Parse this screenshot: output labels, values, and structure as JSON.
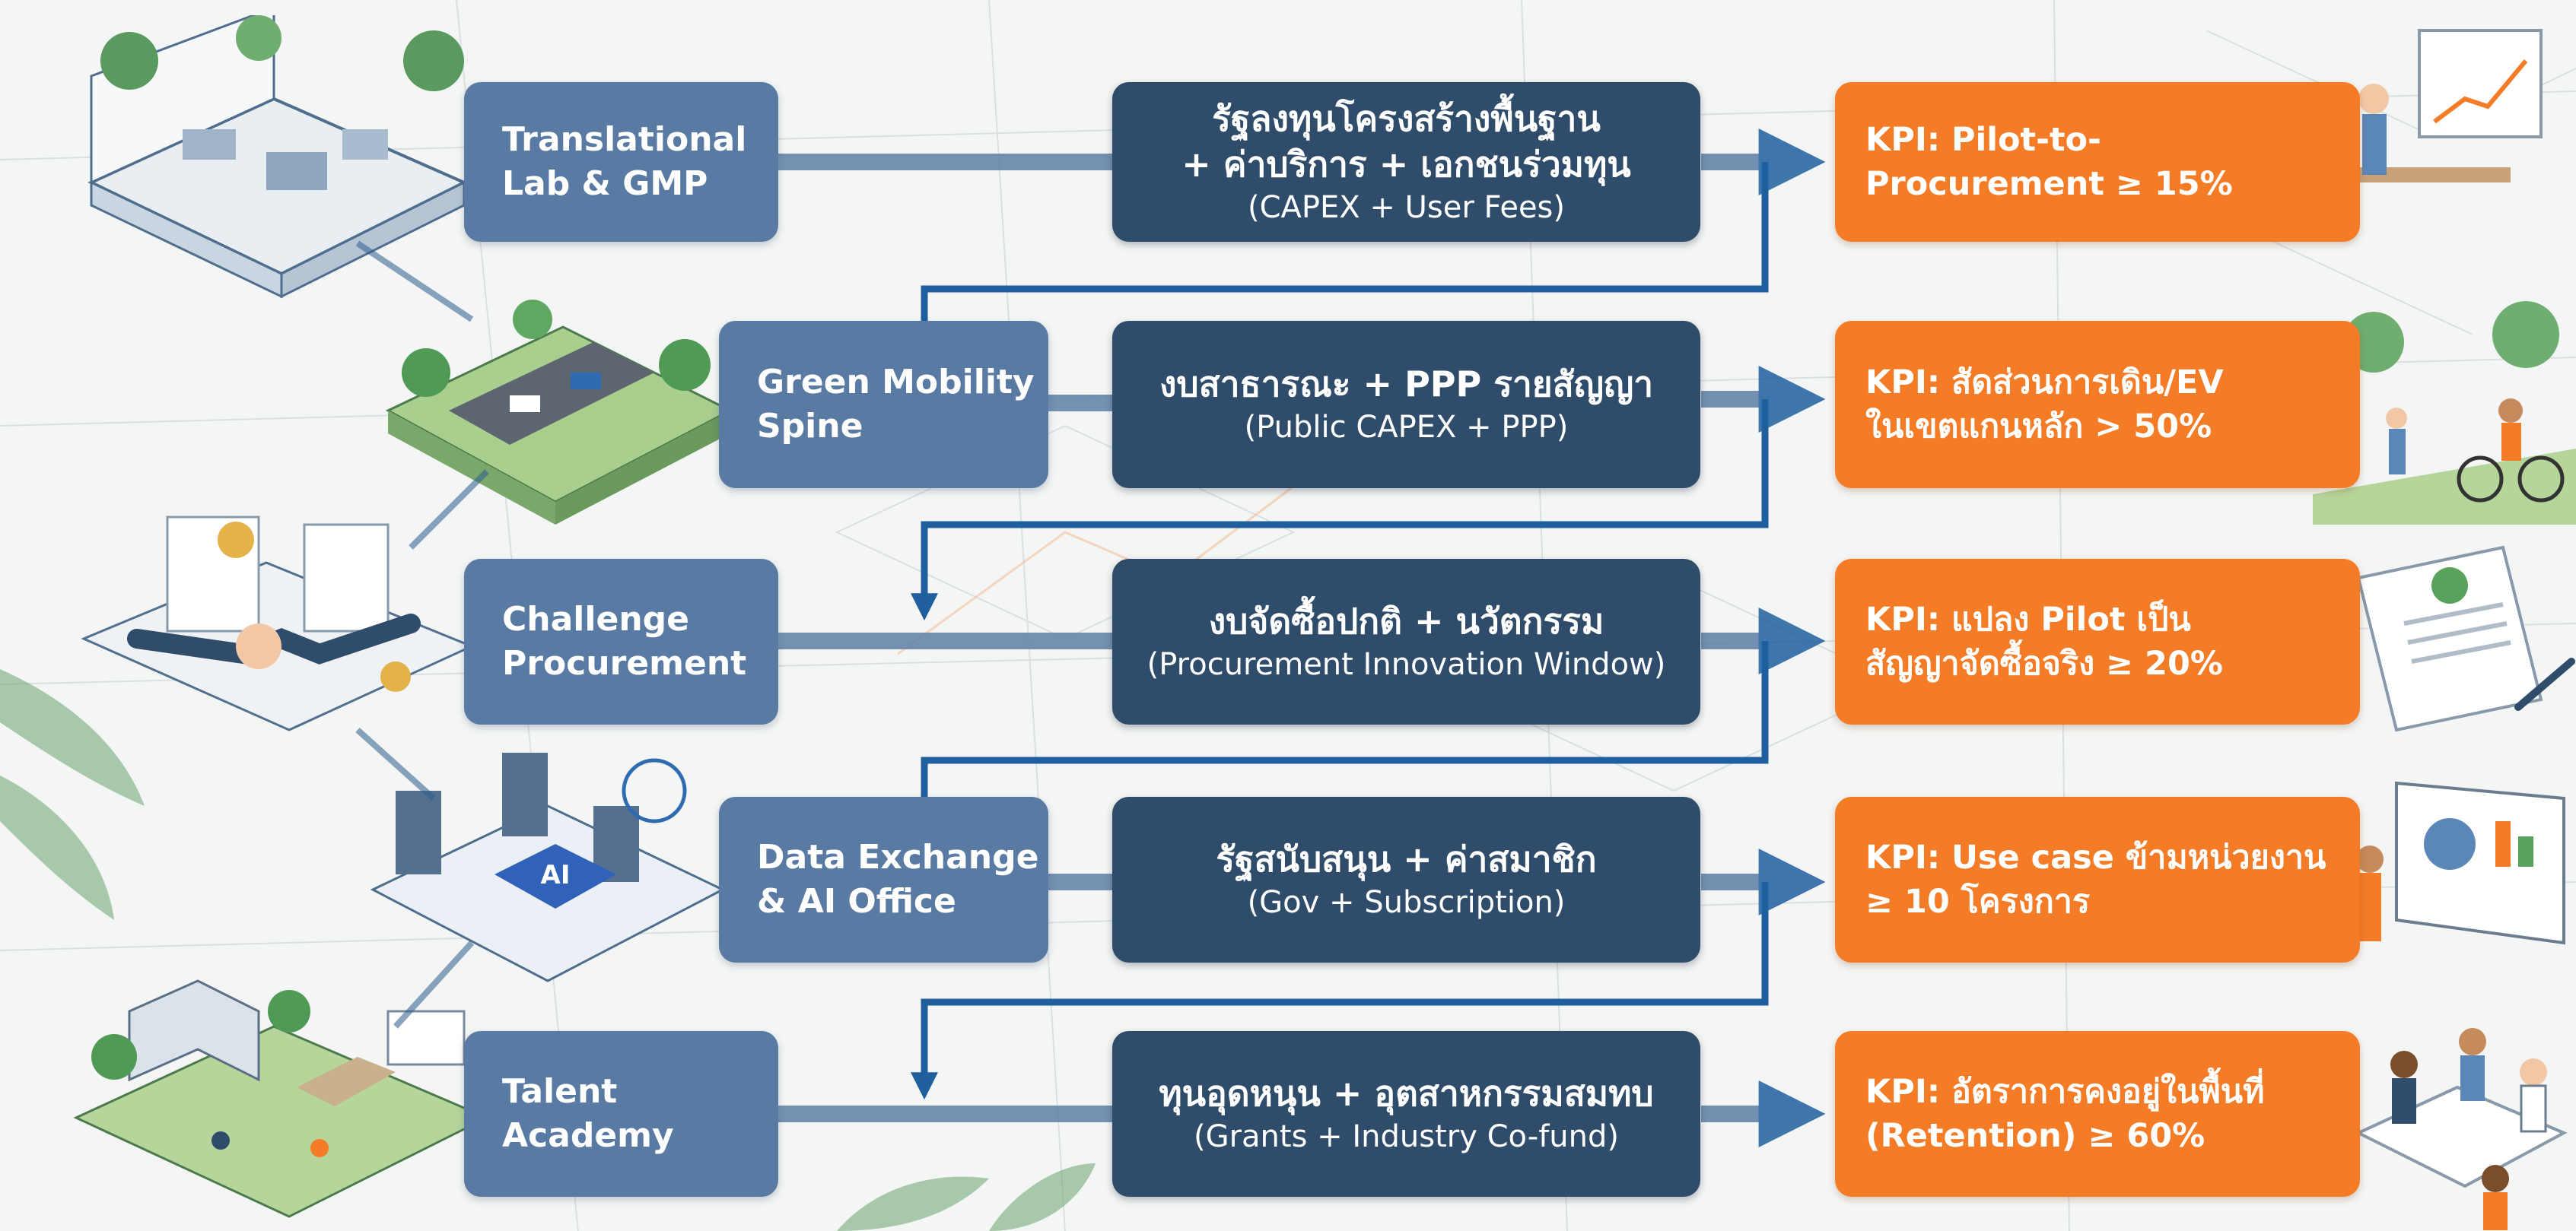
{
  "colors": {
    "initiative_box": "#587aa3",
    "funding_box": "#2f4d6b",
    "kpi_box": "#f47c27",
    "connector": "#1f5f9e"
  },
  "rows": [
    {
      "initiative": {
        "line1": "Translational",
        "line2": "Lab & GMP"
      },
      "funding": {
        "th": "รัฐลงทุนโครงสร้างพื้นฐาน",
        "th2": "+ ค่าบริการ + เอกชนร่วมทุน",
        "en": "(CAPEX + User Fees)"
      },
      "kpi": {
        "line1": "KPI: Pilot-to-",
        "line2": "Procurement ≥ 15%"
      },
      "illustration": "lab-gmp-isometric",
      "kpi_illustration": "presenter-at-chart-board"
    },
    {
      "initiative": {
        "line1": "Green Mobility",
        "line2": "Spine"
      },
      "funding": {
        "th": "งบสาธารณะ + PPP รายสัญญา",
        "en": "(Public CAPEX + PPP)"
      },
      "kpi": {
        "line1": "KPI: สัดส่วนการเดิน/EV",
        "line2": "ในเขตแกนหลัก > 50%"
      },
      "illustration": "green-street-isometric",
      "kpi_illustration": "cyclists-and-walkers"
    },
    {
      "initiative": {
        "line1": "Challenge",
        "line2": "Procurement"
      },
      "funding": {
        "th": "งบจัดซื้อปกติ + นวัตกรรม",
        "en": "(Procurement Innovation Window)"
      },
      "kpi": {
        "line1": "KPI: แปลง Pilot เป็น",
        "line2": "สัญญาจัดซื้อจริง ≥ 20%"
      },
      "illustration": "handshake-contract",
      "kpi_illustration": "signed-contract-document"
    },
    {
      "initiative": {
        "line1": "Data Exchange",
        "line2": "& AI Office"
      },
      "funding": {
        "th": "รัฐสนับสนุน + ค่าสมาชิก",
        "en": "(Gov + Subscription)"
      },
      "kpi": {
        "line1": "KPI: Use case ข้ามหน่วยงาน",
        "line2": "≥ 10 โครงการ"
      },
      "illustration": "ai-chip-servers",
      "illustration_label": "AI",
      "kpi_illustration": "analyst-at-dashboard"
    },
    {
      "initiative": {
        "line1": "Talent",
        "line2": "Academy"
      },
      "funding": {
        "th": "ทุนอุดหนุน + อุตสาหกรรมสมทบ",
        "en": "(Grants + Industry Co-fund)"
      },
      "kpi": {
        "line1": "KPI: อัตราการคงอยู่ในพื้นที่",
        "line2": "(Retention) ≥ 60%"
      },
      "illustration": "campus-courtyard",
      "kpi_illustration": "team-at-meeting-table"
    }
  ]
}
